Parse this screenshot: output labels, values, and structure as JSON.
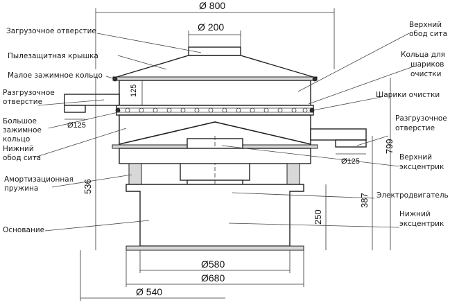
{
  "labels": {
    "loading_opening": "Загрузочное отверстие",
    "dust_cover": "Пылезащитная крышка",
    "small_clamp_ring": "Малое зажимное кольцо",
    "discharge_left_1": "Разгрузочное",
    "discharge_left_2": "отверстие",
    "big_clamp_1": "Большое",
    "big_clamp_2": "зажимное",
    "big_clamp_3": "кольцо",
    "lower_rim_1": "Нижний",
    "lower_rim_2": "обод сита",
    "spring_1": "Амортизационная",
    "spring_2": "пружина",
    "base": "Основание",
    "upper_rim_1": "Верхний",
    "upper_rim_2": "обод сита",
    "ball_rings_1": "Кольца для",
    "ball_rings_2": "шариков",
    "ball_rings_3": "очистки",
    "cleaning_balls": "Шарики очистки",
    "discharge_right_1": "Разгрузочное",
    "discharge_right_2": "отверстие",
    "upper_ecc_1": "Верхний",
    "upper_ecc_2": "эксцентрик",
    "motor": "Электродвигатель",
    "lower_ecc_1": "Нижний",
    "lower_ecc_2": "эксцентрик"
  },
  "dimensions": {
    "d800": "Ø 800",
    "d200": "Ø 200",
    "d125_left": "Ø125",
    "d125_right": "Ø125",
    "h125": "125",
    "h799": "799",
    "h536": "536",
    "h387": "387",
    "h250": "250",
    "d580": "Ø580",
    "d680": "Ø680",
    "d540": "Ø 540"
  }
}
